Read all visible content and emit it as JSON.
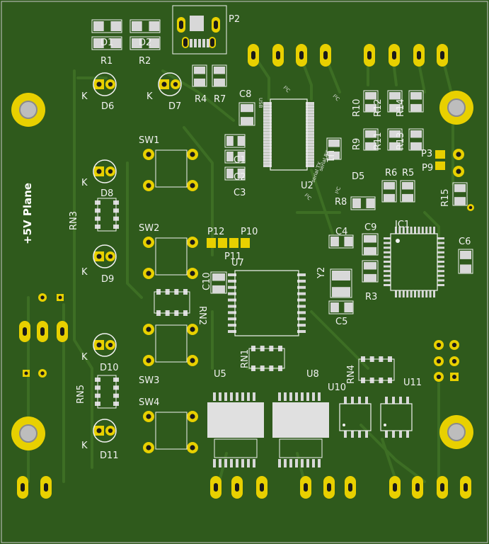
{
  "colors": {
    "board": "#2f5a1c",
    "board_dark": "#23461a",
    "trace": "#3d6e24",
    "pad": "#e8d000",
    "pad_hole": "#1a1a1a",
    "silk": "#f2f2f2",
    "smd": "#d8d8d8"
  },
  "labels": {
    "plane": "+5V Plane",
    "refs": [
      "D1",
      "D2",
      "R1",
      "R2",
      "P2",
      "R4",
      "R7",
      "C8",
      "D6",
      "D7",
      "K",
      "K",
      "SW1",
      "D8",
      "K",
      "RN3",
      "SW2",
      "P12",
      "P10",
      "P11",
      "D9",
      "K",
      "C1",
      "C2",
      "C3",
      "U2",
      "U1",
      "U7",
      "C10",
      "RN2",
      "D10",
      "K",
      "RN5",
      "SW3",
      "SW4",
      "D11",
      "K",
      "U5",
      "RN1",
      "U8",
      "U10",
      "RN4",
      "U11",
      "R10",
      "R12",
      "R14",
      "R9",
      "R11",
      "R13",
      "P3",
      "P9",
      "D5",
      "R8",
      "R6",
      "R5",
      "R15",
      "C4",
      "C9",
      "IC1",
      "C6",
      "Y2",
      "R3",
      "C5"
    ],
    "small": [
      "USB",
      "I²C",
      "I²C",
      "serial RX",
      "serial TX",
      "I²C",
      "I²C"
    ]
  }
}
